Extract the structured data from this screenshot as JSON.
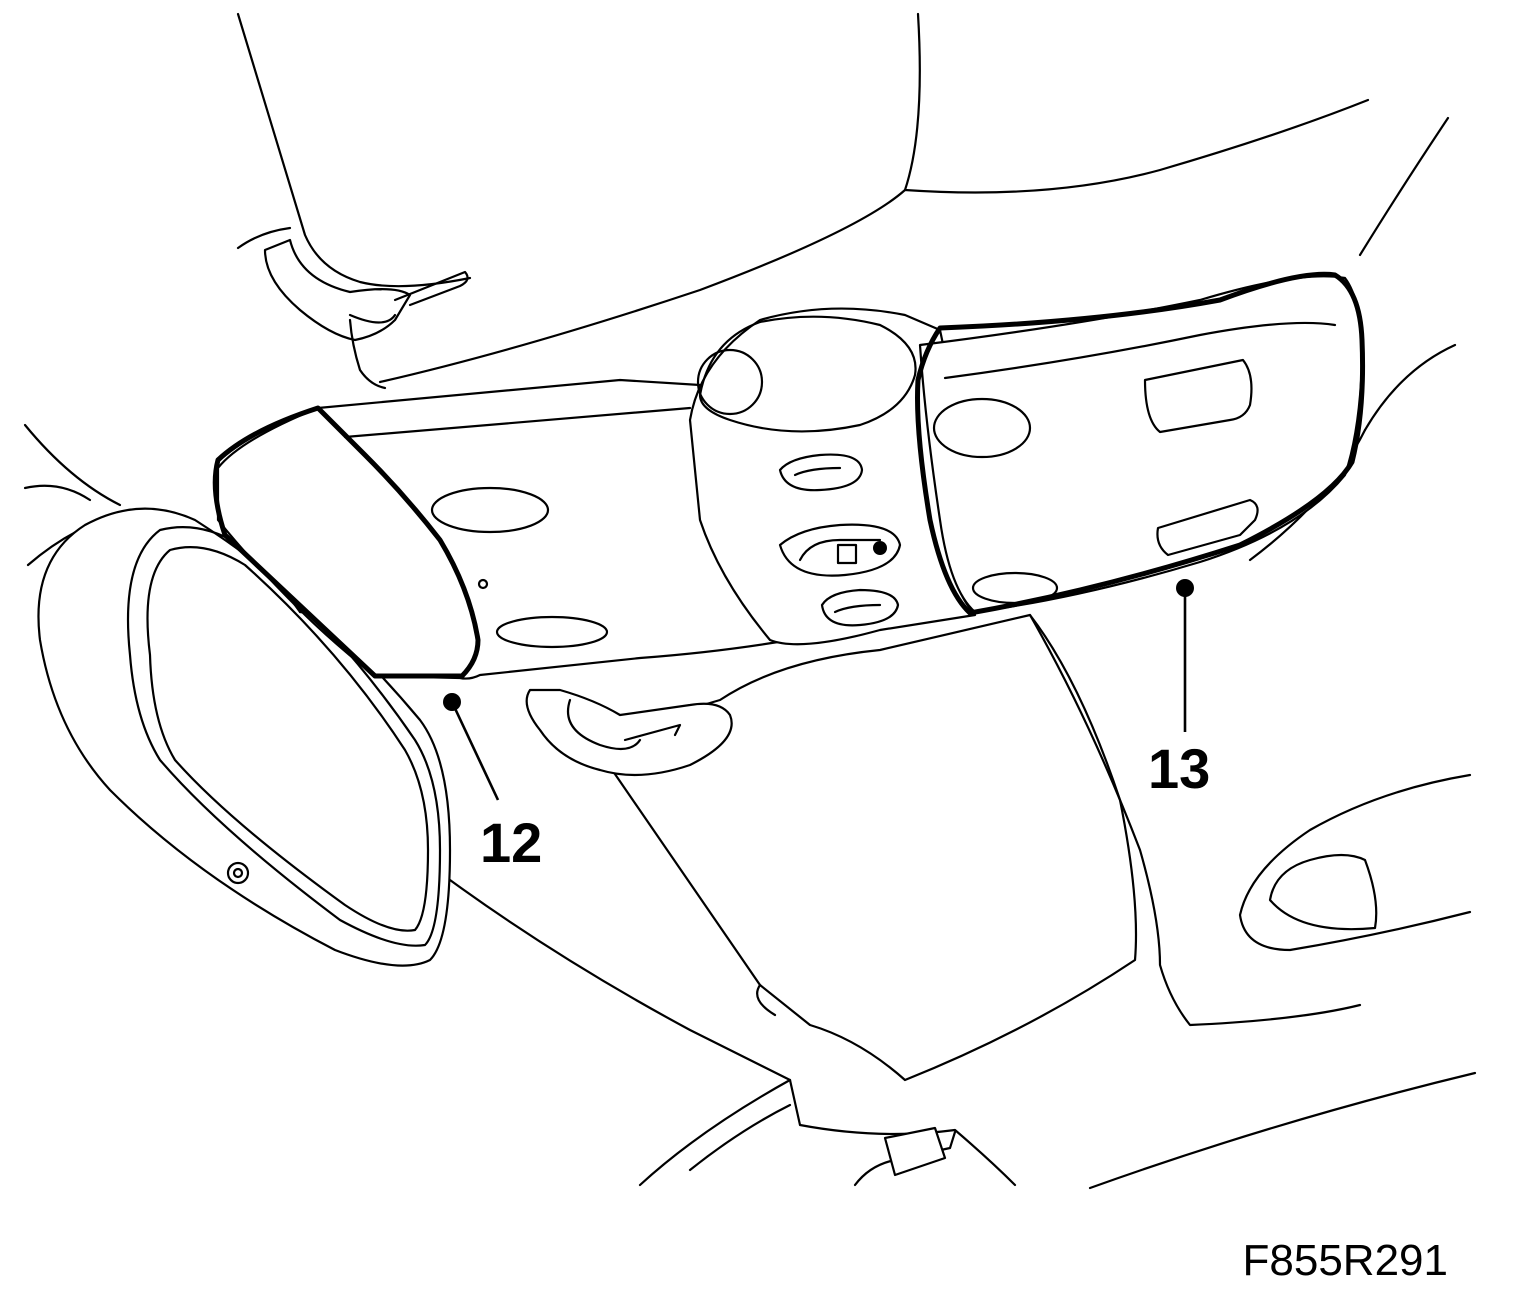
{
  "callouts": [
    {
      "id": "12",
      "label": "12"
    },
    {
      "id": "13",
      "label": "13"
    }
  ],
  "figure_id": "F855R291",
  "colors": {
    "line": "#000000",
    "background": "#ffffff"
  }
}
